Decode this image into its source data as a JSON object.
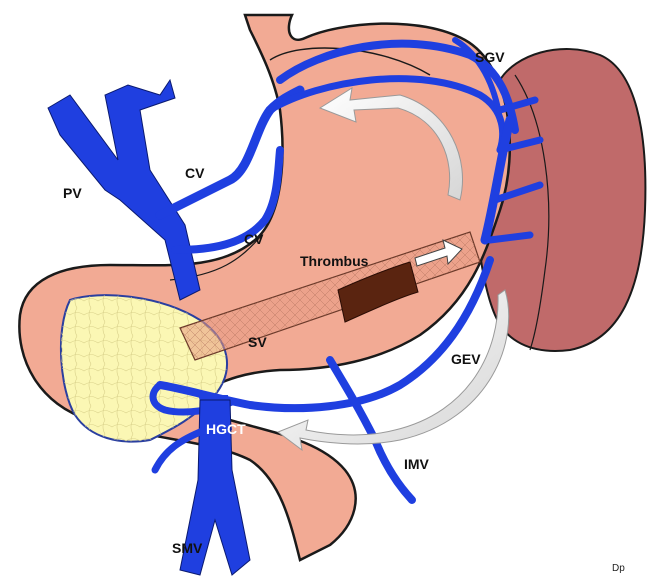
{
  "labels": {
    "pv": "PV",
    "cv_upper": "CV",
    "cv_lower": "CV",
    "sgv": "SGV",
    "thrombus": "Thrombus",
    "sv": "SV",
    "gev": "GEV",
    "hgct": "HGCT",
    "imv": "IMV",
    "smv": "SMV",
    "signature": "Dp"
  },
  "colors": {
    "vein": "#1f3fe0",
    "stomach": "#f2aa94",
    "stomach_outline": "#1a1a1a",
    "spleen": "#c06a6a",
    "pancreas": "#fbf7b4",
    "thrombus": "#5a2410",
    "arrow": "#f4f4f4"
  }
}
